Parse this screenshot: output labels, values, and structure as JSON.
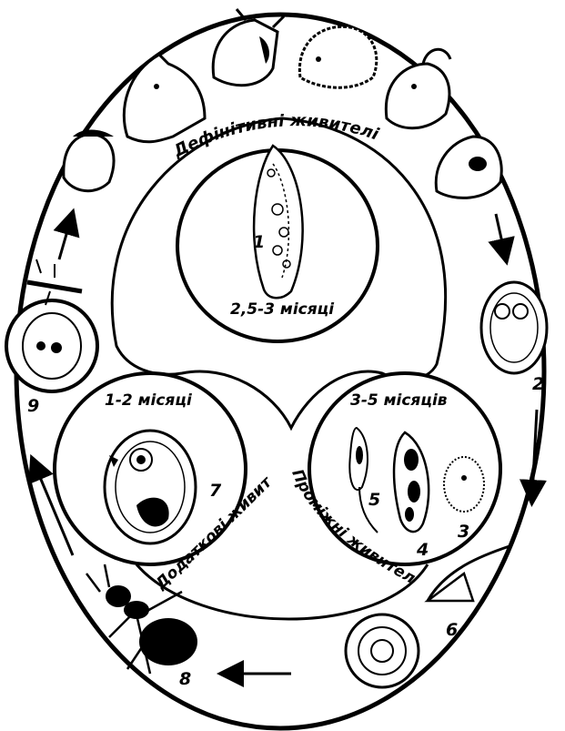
{
  "labels": {
    "definitive_hosts": "Дефінітивні живителі",
    "intermediate_hosts": "Проміжні живителі",
    "additional_hosts": "Додаткові живителі"
  },
  "durations": {
    "adult": "2,5-3 місяці",
    "snail_stage": "3-5 місяців",
    "ant_stage": "1-2 місяці"
  },
  "numbers": {
    "n1": "1",
    "n2": "2",
    "n3": "3",
    "n4": "4",
    "n5": "5",
    "n6": "6",
    "n7": "7",
    "n8": "8",
    "n9": "9"
  },
  "icons": {
    "hosts": [
      "horse-icon",
      "cow-icon",
      "sheep-icon",
      "goat-icon",
      "pig-icon",
      "human-icon"
    ],
    "stages": [
      "adult-fluke-icon",
      "egg-icon",
      "miracidium-icon",
      "sporocyst-icon",
      "cercaria-icon",
      "snail-icon",
      "metacercaria-icon",
      "ant-icon",
      "cyst-icon"
    ]
  }
}
